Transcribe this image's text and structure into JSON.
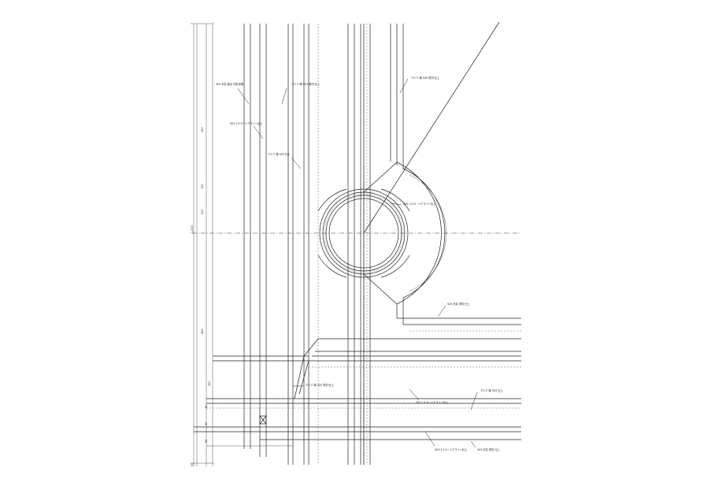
{
  "labels": {
    "l1": "SUS 天井 納まり図 詳細",
    "l2": "アルミ 縁 SUS 見切 仕上",
    "l3": "SUS 1.5 H・ヘアライン仕上",
    "l4": "アルミ 縁 SUS 仕上",
    "l5": "アルミ 縁 SUS 見切 仕上",
    "l6": "SUS 1.5 H・ヘアライン仕上",
    "l7": "SUS 天井 見切 仕上",
    "l8": "アルミ 縁 SUS 見切 仕上",
    "l9": "SUS 1.5 H・ヘアライン仕上",
    "l10": "アルミ 縁 SUS 仕上",
    "l11": "SUS 1.5 H・ヘアライン仕上",
    "l12": "SUS 天井 見切 仕上"
  },
  "dims": {
    "d1": "300",
    "d2": "150",
    "d3": "200",
    "d4": "450",
    "d5": "300",
    "d6": "50",
    "d7": "50",
    "d8": "50",
    "d9": "50",
    "d10": "1,200"
  }
}
